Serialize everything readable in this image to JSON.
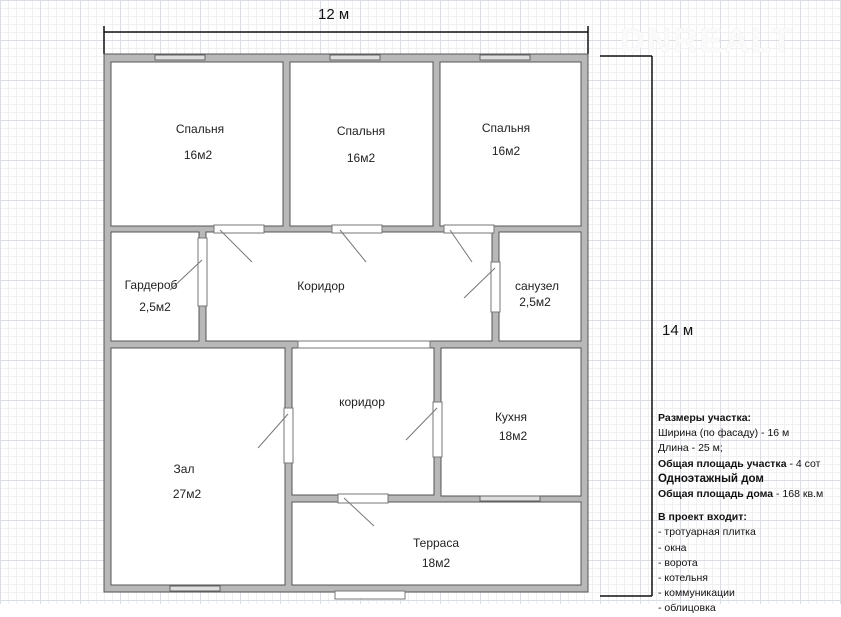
{
  "watermark": "DNREALT",
  "dimensions": {
    "width": "12 м",
    "length": "14 м"
  },
  "rooms": [
    {
      "name": "Спальня",
      "area": "16м2"
    },
    {
      "name": "Спальня",
      "area": "16м2"
    },
    {
      "name": "Спальня",
      "area": "16м2"
    },
    {
      "name": "Гардероб",
      "area": "2,5м2"
    },
    {
      "name": "Коридор"
    },
    {
      "name": "санузел",
      "area": "2,5м2"
    },
    {
      "name": "Зал",
      "area": "27м2"
    },
    {
      "name": "коридор"
    },
    {
      "name": "Кухня",
      "area": "18м2"
    },
    {
      "name": "Терраса",
      "area": "18м2"
    }
  ],
  "info": {
    "plot_title": "Размеры участка:",
    "width_line": "Ширина (по фасаду) - 16 м",
    "length_line": "Длина - 25 м;",
    "plot_area_label": "Общая площадь участка",
    "plot_area_value": " - 4 сот",
    "house_type": "Одноэтажный дом",
    "house_area_label": "Общая площадь дома",
    "house_area_value": " - 168 кв.м",
    "project_title": "В проект входит:",
    "items": [
      "- тротуарная плитка",
      "- окна",
      "- ворота",
      "- котельня",
      "- коммуникации",
      "- облицовка"
    ]
  }
}
